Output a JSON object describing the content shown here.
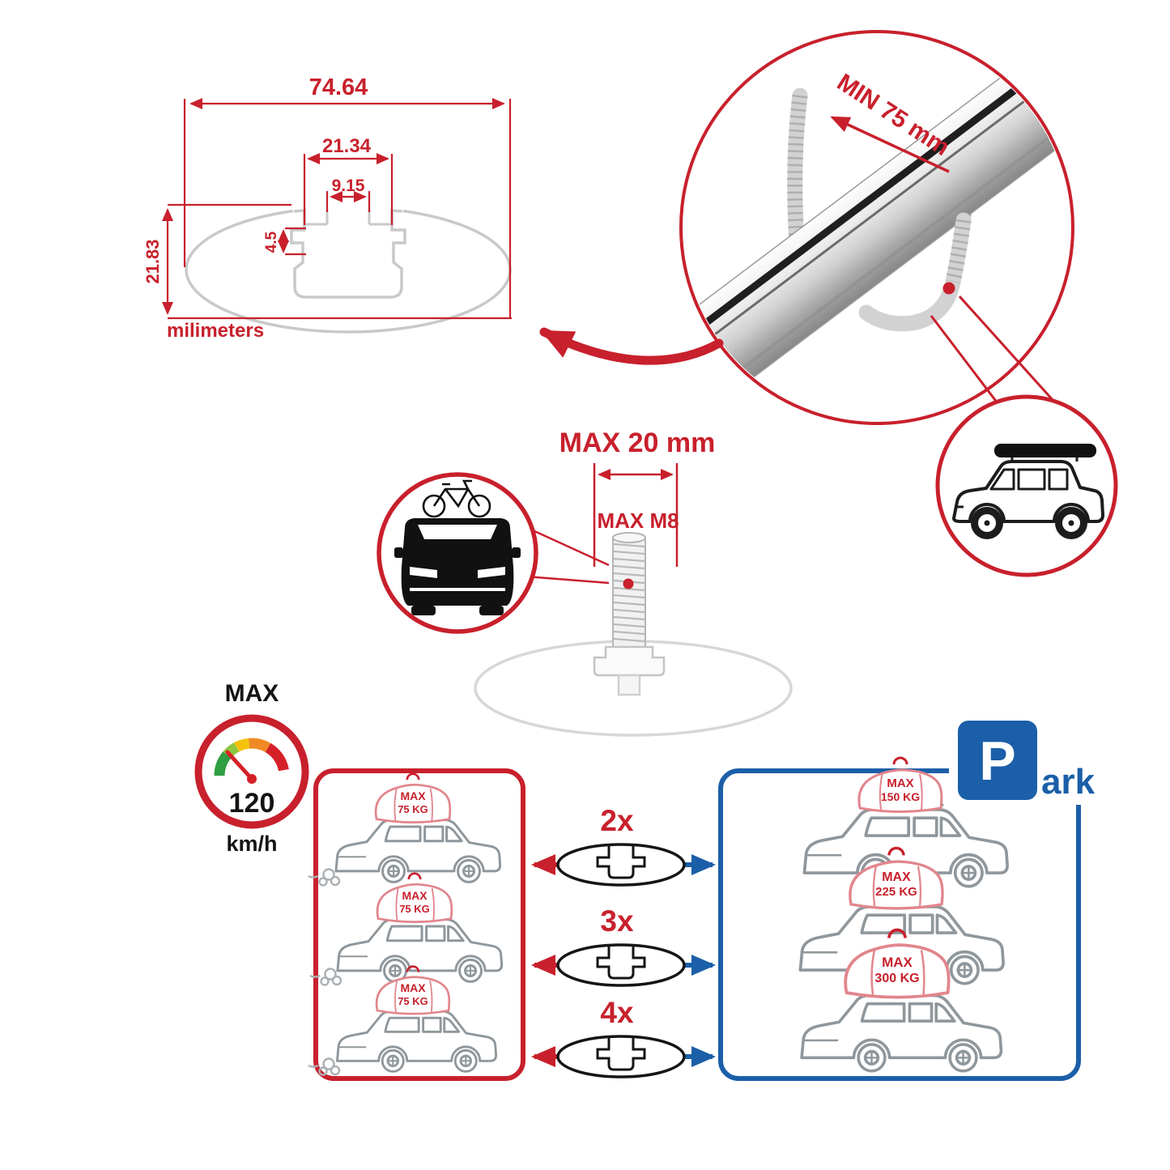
{
  "colors": {
    "red": "#c8202c",
    "blue": "#1b5fa8",
    "gray": "#c9c9c9",
    "car_gray": "#8f979c",
    "black": "#141414"
  },
  "cross_section": {
    "width_total": "74.64",
    "slot_outer": "21.34",
    "slot_inner": "9.15",
    "lip_depth": "4.5",
    "height": "21.83",
    "units": "milimeters"
  },
  "bar_view": {
    "clamp_min": "MIN 75 mm"
  },
  "bolt_view": {
    "max_width": "MAX 20 mm",
    "max_thread": "MAX M8"
  },
  "speed_badge": {
    "label": "MAX",
    "value": "120",
    "unit": "km/h"
  },
  "parking_sign": {
    "p": "P",
    "suffix": "ark"
  },
  "multipliers": [
    "2x",
    "3x",
    "4x"
  ],
  "driving_loads": [
    {
      "label": "MAX",
      "value": "75 KG"
    },
    {
      "label": "MAX",
      "value": "75 KG"
    },
    {
      "label": "MAX",
      "value": "75 KG"
    }
  ],
  "parked_loads": [
    {
      "label": "MAX",
      "value": "150 KG"
    },
    {
      "label": "MAX",
      "value": "225 KG"
    },
    {
      "label": "MAX",
      "value": "300 KG"
    }
  ]
}
